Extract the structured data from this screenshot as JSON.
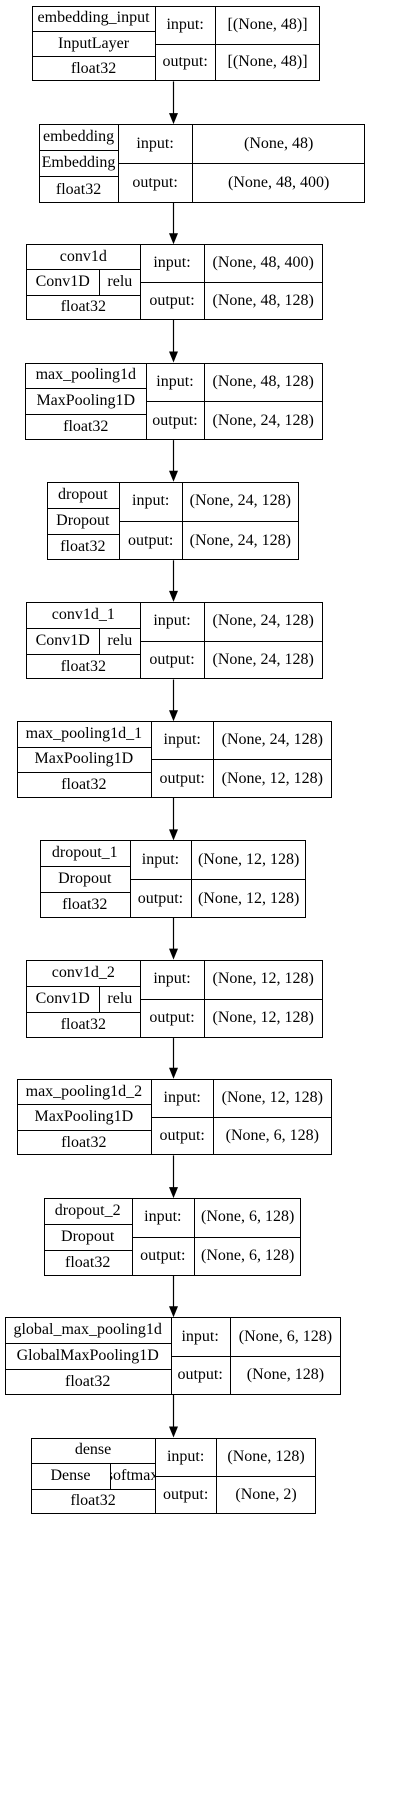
{
  "labels": {
    "input": "input:",
    "output": "output:"
  },
  "layers": [
    {
      "name": "embedding_input",
      "type": "InputLayer",
      "activation": "",
      "dtype": "float32",
      "input_shape": "[(None, 48)]",
      "output_shape": "[(None, 48)]"
    },
    {
      "name": "embedding",
      "type": "Embedding",
      "activation": "",
      "dtype": "float32",
      "input_shape": "(None, 48)",
      "output_shape": "(None, 48, 400)"
    },
    {
      "name": "conv1d",
      "type": "Conv1D",
      "activation": "relu",
      "dtype": "float32",
      "input_shape": "(None, 48, 400)",
      "output_shape": "(None, 48, 128)"
    },
    {
      "name": "max_pooling1d",
      "type": "MaxPooling1D",
      "activation": "",
      "dtype": "float32",
      "input_shape": "(None, 48, 128)",
      "output_shape": "(None, 24, 128)"
    },
    {
      "name": "dropout",
      "type": "Dropout",
      "activation": "",
      "dtype": "float32",
      "input_shape": "(None, 24, 128)",
      "output_shape": "(None, 24, 128)"
    },
    {
      "name": "conv1d_1",
      "type": "Conv1D",
      "activation": "relu",
      "dtype": "float32",
      "input_shape": "(None, 24, 128)",
      "output_shape": "(None, 24, 128)"
    },
    {
      "name": "max_pooling1d_1",
      "type": "MaxPooling1D",
      "activation": "",
      "dtype": "float32",
      "input_shape": "(None, 24, 128)",
      "output_shape": "(None, 12, 128)"
    },
    {
      "name": "dropout_1",
      "type": "Dropout",
      "activation": "",
      "dtype": "float32",
      "input_shape": "(None, 12, 128)",
      "output_shape": "(None, 12, 128)"
    },
    {
      "name": "conv1d_2",
      "type": "Conv1D",
      "activation": "relu",
      "dtype": "float32",
      "input_shape": "(None, 12, 128)",
      "output_shape": "(None, 12, 128)"
    },
    {
      "name": "max_pooling1d_2",
      "type": "MaxPooling1D",
      "activation": "",
      "dtype": "float32",
      "input_shape": "(None, 12, 128)",
      "output_shape": "(None, 6, 128)"
    },
    {
      "name": "dropout_2",
      "type": "Dropout",
      "activation": "",
      "dtype": "float32",
      "input_shape": "(None, 6, 128)",
      "output_shape": "(None, 6, 128)"
    },
    {
      "name": "global_max_pooling1d",
      "type": "GlobalMaxPooling1D",
      "activation": "",
      "dtype": "float32",
      "input_shape": "(None, 6, 128)",
      "output_shape": "(None, 128)"
    },
    {
      "name": "dense",
      "type": "Dense",
      "activation": "softmax",
      "dtype": "float32",
      "input_shape": "(None, 128)",
      "output_shape": "(None, 2)"
    }
  ]
}
